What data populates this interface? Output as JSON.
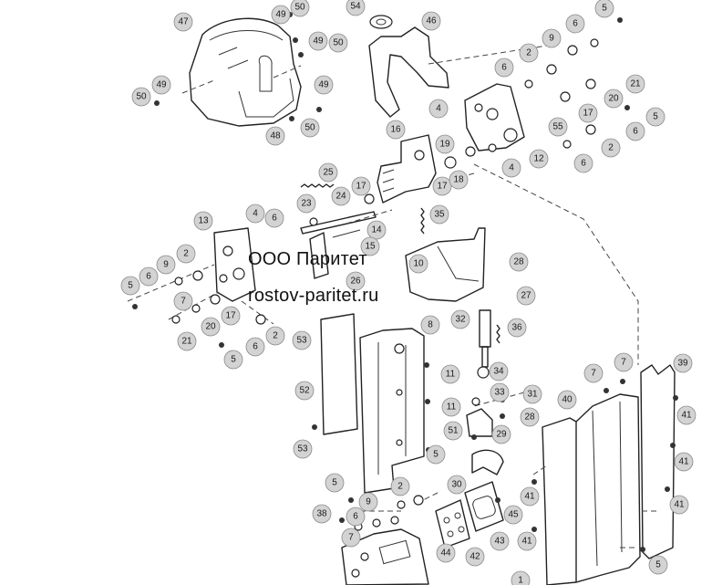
{
  "watermark": {
    "company": "ООО Паритет",
    "site": "rostov-paritet.ru"
  },
  "parts": [
    "1",
    "2",
    "4",
    "5",
    "6",
    "7",
    "8",
    "9",
    "10",
    "11",
    "12",
    "13",
    "14",
    "15",
    "16",
    "17",
    "18",
    "19",
    "20",
    "21",
    "23",
    "24",
    "25",
    "26",
    "27",
    "28",
    "29",
    "30",
    "31",
    "32",
    "33",
    "34",
    "35",
    "36",
    "38",
    "39",
    "40",
    "41",
    "42",
    "43",
    "44",
    "45",
    "46",
    "47",
    "48",
    "49",
    "50",
    "51",
    "52",
    "53",
    "54",
    "55"
  ],
  "colors": {
    "balloon_fill": "#d3d3d3",
    "line": "#222222"
  }
}
